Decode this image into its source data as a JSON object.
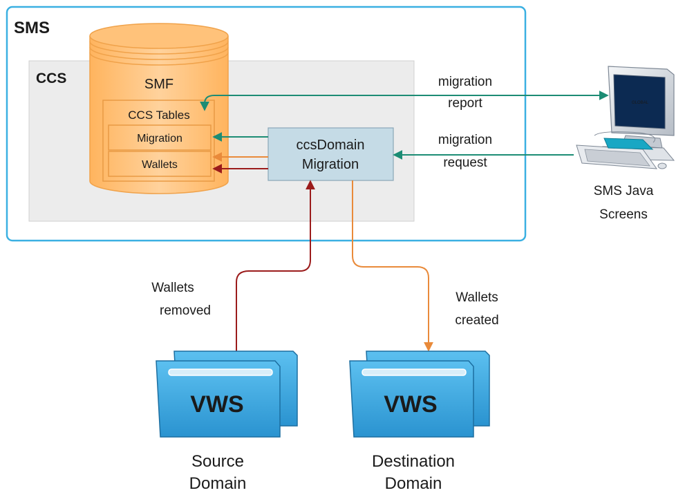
{
  "sms": {
    "title": "SMS"
  },
  "ccs": {
    "title": "CCS"
  },
  "smf": {
    "title": "SMF",
    "tables_title": "CCS Tables",
    "rows": [
      "Migration",
      "Wallets"
    ]
  },
  "process": {
    "line1": "ccsDomain",
    "line2": "Migration"
  },
  "labels": {
    "report": [
      "migration",
      "report"
    ],
    "request": [
      "migration",
      "request"
    ],
    "removed": [
      "Wallets",
      "removed"
    ],
    "created": [
      "Wallets",
      "created"
    ]
  },
  "client": {
    "caption": [
      "SMS Java",
      "Screens"
    ]
  },
  "vws": {
    "label": "VWS",
    "source": [
      "Source",
      "Domain"
    ],
    "destination": [
      "Destination",
      "Domain"
    ]
  },
  "colors": {
    "sms_border": "#3ab0e2",
    "sms_title": "#2a8fc0",
    "ccs_fill": "#ececec",
    "db_fill": "#ffc27a",
    "process_fill": "#c5dbe6",
    "teal": "#1c8c74",
    "dark_red": "#9b1b1b",
    "orange": "#e98a3a",
    "vws_fill": "#3da7e0"
  }
}
